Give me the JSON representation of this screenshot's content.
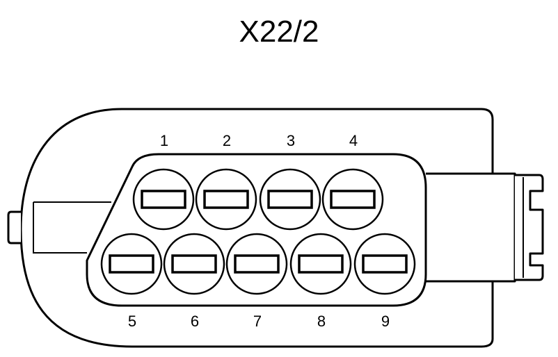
{
  "title": "X22/2",
  "pins": [
    {
      "label": "1"
    },
    {
      "label": "2"
    },
    {
      "label": "3"
    },
    {
      "label": "4"
    },
    {
      "label": "5"
    },
    {
      "label": "6"
    },
    {
      "label": "7"
    },
    {
      "label": "8"
    },
    {
      "label": "9"
    }
  ],
  "colors": {
    "stroke": "#000000",
    "background": "#ffffff"
  }
}
